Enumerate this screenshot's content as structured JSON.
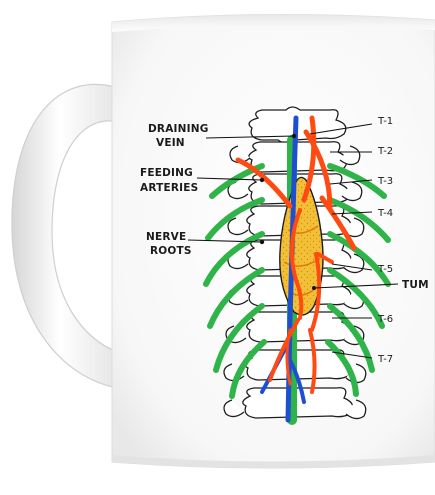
{
  "labels": {
    "draining_vein": [
      "DRAINING",
      "VEIN"
    ],
    "feeding_arteries": [
      "FEEDING",
      "ARTERIES"
    ],
    "nerve_roots": [
      "NERVE",
      "ROOTS"
    ],
    "tumor": "TUM"
  },
  "vertebrae": [
    "T-1",
    "T-2",
    "T-3",
    "T-4",
    "T-5",
    "T-6",
    "T-7"
  ],
  "colors": {
    "mug_white": "#ffffff",
    "vein": "#1f4fd1",
    "artery": "#ff4a12",
    "nerve": "#2fb44a",
    "tumor_fill": "#f2c037",
    "ink": "#1b1b1b"
  }
}
